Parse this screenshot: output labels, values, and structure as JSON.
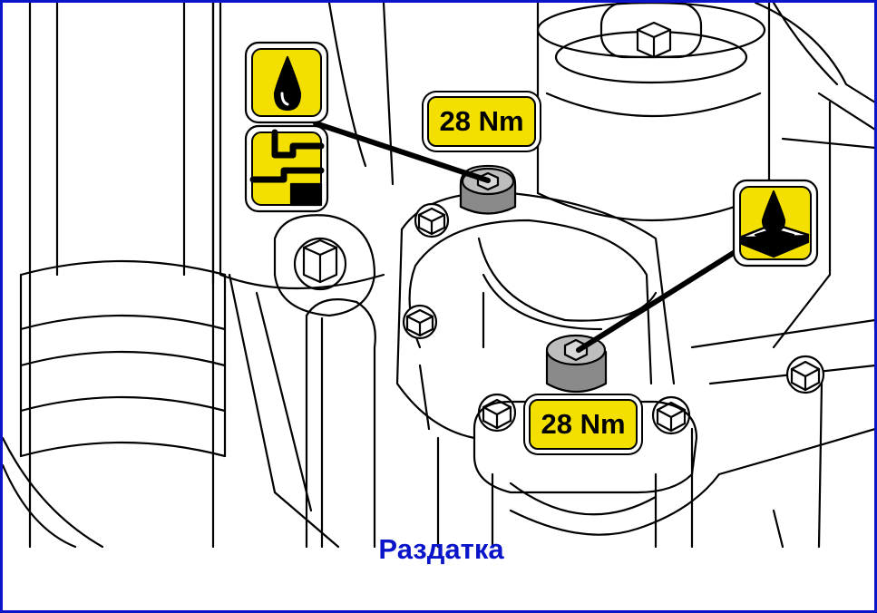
{
  "caption": "Раздатка",
  "torque_labels": {
    "upper_plug": "28 Nm",
    "lower_plug": "28 Nm"
  },
  "icons": {
    "upper_group": [
      "oil-drop-icon",
      "fill-level-icon"
    ],
    "lower_group": [
      "oil-drain-pan-icon"
    ]
  },
  "colors": {
    "frame": "#0a14c8",
    "caption": "#0a14c8",
    "icon_fill": "#f4e000",
    "line_art": "#000000"
  }
}
